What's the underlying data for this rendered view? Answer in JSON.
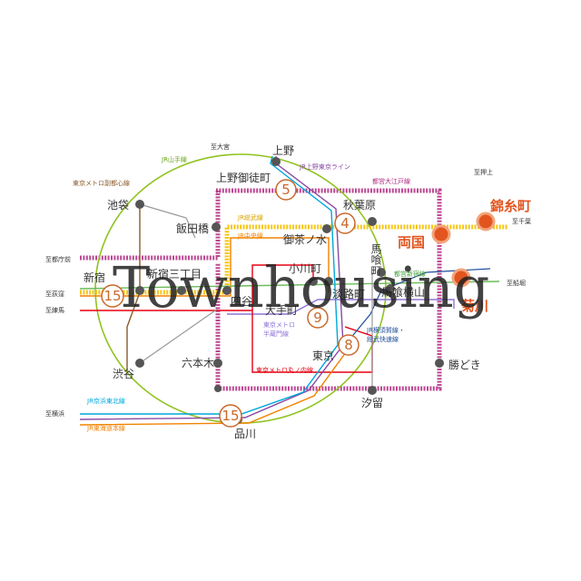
{
  "watermark": "Townhousing",
  "stations": {
    "ueno": "上野",
    "ueno_okachimachi": "上野御徒町",
    "ikebukuro": "池袋",
    "iidabashi": "飯田橋",
    "akihabara": "秋葉原",
    "ochanomizu": "御茶ノ水",
    "bakurocho": "馬喰町",
    "ryogoku": "両国",
    "kinshicho": "錦糸町",
    "shinjuku": "新宿",
    "shinjuku_sanchome": "新宿三丁目",
    "yotsuya": "四谷",
    "ogawamachi": "小川町",
    "awajicho": "淡路町",
    "otemachi": "大手町",
    "bakuro_yokoyama": "馬喰横山",
    "kikukawa": "菊川",
    "tokyo": "東京",
    "roppongi": "六本木",
    "shibuya": "渋谷",
    "kachidoki": "勝どき",
    "shiodome": "汐留",
    "shinagawa": "品川"
  },
  "lines": {
    "yamanote": "JR山手線",
    "fukutoshin": "東京メトロ副都心線",
    "ueno_tokyo": "JR上野東京ライン",
    "oedo": "都営大江戸線",
    "sobu": "JR総武線",
    "chuo": "JR中央線",
    "shinjuku_line": "都営新宿線",
    "yokosuka_sobu": "JR横須賀線・",
    "sobu_rapid": "総武快速線",
    "hanzomon": "東京メトロ",
    "hanzomon2": "半蔵門線",
    "marunouchi": "東京メトロ丸ノ内線",
    "keihin_tohoku": "JR京浜東北線",
    "tokaido": "JR東海道本線"
  },
  "directions": {
    "omiya": "至大宮",
    "oshiage": "至押上",
    "chiba": "至千葉",
    "funabori": "至船堀",
    "tochomae": "至都庁前",
    "ogikubo": "至荻窪",
    "nerima": "至練馬",
    "yokohama": "至横浜"
  },
  "minutes": {
    "ueno_okachimachi": "5",
    "akihabara": "4",
    "shinjuku": "15",
    "otemachi": "9",
    "tokyo": "8",
    "shinagawa": "15"
  },
  "colors": {
    "oedo": "#b0287f",
    "yamanote": "#8fc31f",
    "sobu": "#f5b400",
    "chuo": "#f08300",
    "shinjuku_line": "#6cbb5a",
    "hanzomon": "#8f76d6",
    "marunouchi": "#e60012",
    "keihin": "#00a7db",
    "ueno_tokyo": "#8a4aa3",
    "accent": "#e2551f",
    "badge": "#c9692b"
  }
}
